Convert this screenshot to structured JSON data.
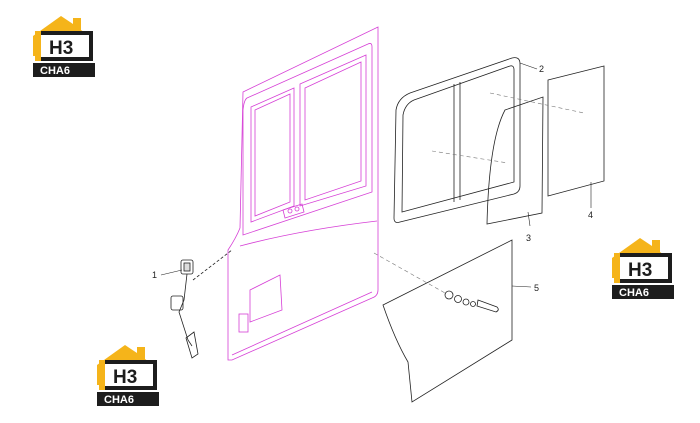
{
  "logo": {
    "letters": "H3",
    "word": "CHA6"
  },
  "colors": {
    "door_outline": "#d63fd6",
    "part_outline": "#222222",
    "logo_gold": "#f5b41a",
    "logo_dark": "#1d1d1d"
  },
  "callouts": [
    {
      "id": "1",
      "label": "1"
    },
    {
      "id": "2",
      "label": "2"
    },
    {
      "id": "3",
      "label": "3"
    },
    {
      "id": "4",
      "label": "4"
    },
    {
      "id": "5",
      "label": "5"
    }
  ]
}
